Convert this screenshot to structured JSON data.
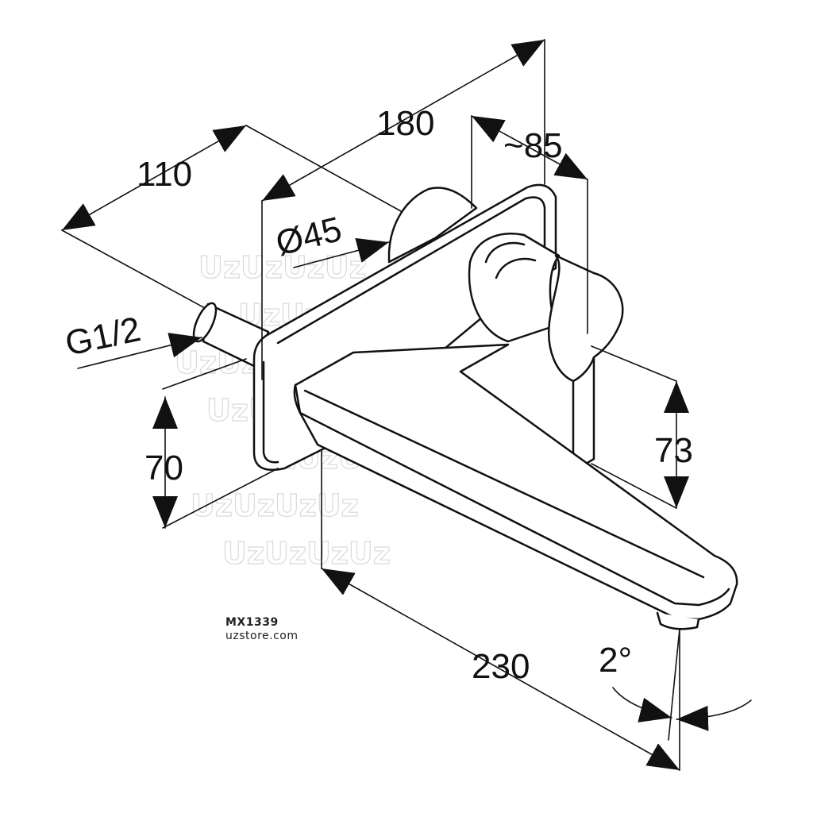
{
  "product": {
    "code": "MX1339",
    "site": "uzstore.com"
  },
  "watermark": {
    "text": "UzUzUzUz",
    "color": "#d6d6d6"
  },
  "dimensions": {
    "total_depth": "180",
    "body_depth": "110",
    "lever_offset": "~85",
    "rosette_diameter": "Ø45",
    "thread": "G1/2",
    "plate_height": "70",
    "lever_height": "73",
    "spout_length": "230",
    "spout_angle": "2°"
  },
  "colors": {
    "line": "#111111",
    "background": "#ffffff"
  }
}
